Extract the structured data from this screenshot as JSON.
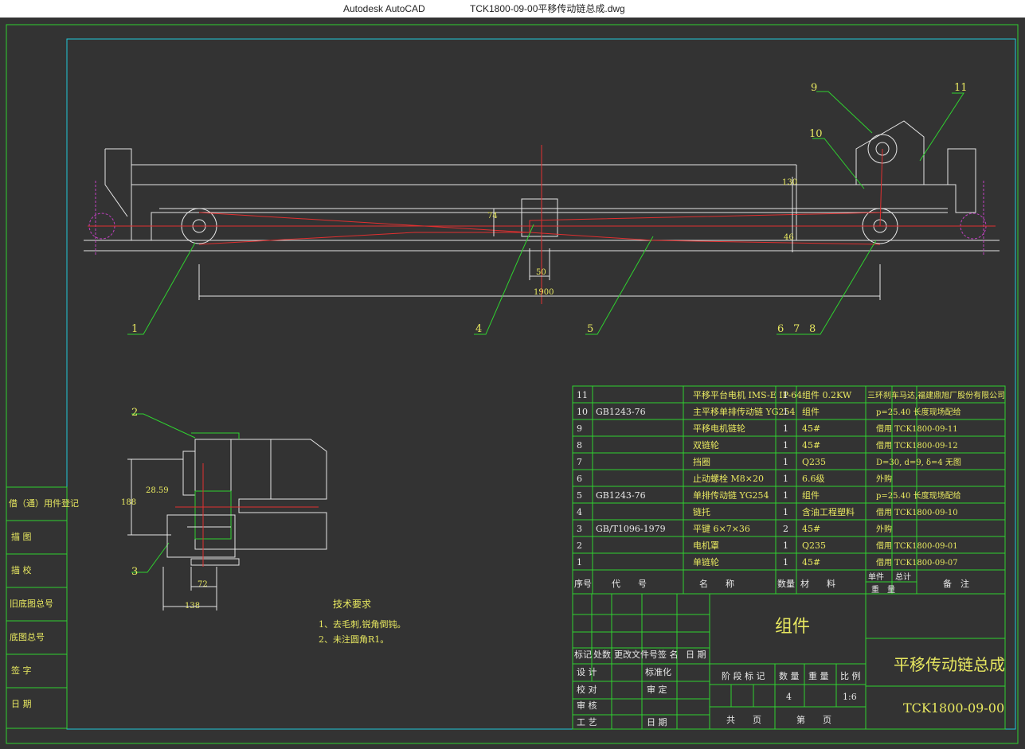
{
  "window": {
    "app": "Autodesk AutoCAD",
    "file": "TCK1800-09-00平移传动链总成.dwg"
  },
  "drawing": {
    "callouts": [
      "1",
      "2",
      "3",
      "4",
      "5",
      "6",
      "7",
      "8",
      "9",
      "10",
      "11"
    ],
    "dims": {
      "d1900": "1900",
      "d50": "50",
      "d74": "74",
      "d130": "130",
      "d46": "46",
      "d188": "188",
      "d2859": "28.59",
      "d72": "72",
      "d138": "138"
    },
    "tech_title": "技术要求",
    "tech_notes": [
      "1、去毛刺,锐角倒钝。",
      "2、未注圆角R1。"
    ]
  },
  "side_table": [
    "借（通）用件登记",
    "描 图",
    "描 校",
    "旧底图总号",
    "底图总号",
    "签 字",
    "日 期"
  ],
  "bom": {
    "header": {
      "seq": "序号",
      "code": "代　　号",
      "name": "名　　称",
      "qty": "数量",
      "material": "材　　料",
      "unit": "单件",
      "total": "总计",
      "weight": "重　量",
      "remark": "备　注"
    },
    "rows": [
      {
        "seq": "11",
        "code": "",
        "name": "平移平台电机 IMS-E IP-64",
        "qty": "1",
        "material": "组件 0.2KW",
        "remark": "三环刹车马达,福建鼎旭厂股份有限公司"
      },
      {
        "seq": "10",
        "code": "GB1243-76",
        "name": "主平移单排传动链 YG254",
        "qty": "1",
        "material": "组件",
        "remark": "p=25.40 长度现场配给"
      },
      {
        "seq": "9",
        "code": "",
        "name": "平移电机链轮",
        "qty": "1",
        "material": "45#",
        "remark": "借用 TCK1800-09-11"
      },
      {
        "seq": "8",
        "code": "",
        "name": "双链轮",
        "qty": "1",
        "material": "45#",
        "remark": "借用 TCK1800-09-12"
      },
      {
        "seq": "7",
        "code": "",
        "name": "挡圈",
        "qty": "1",
        "material": "Q235",
        "remark": "D=30, d=9, δ=4 无图"
      },
      {
        "seq": "6",
        "code": "",
        "name": "止动螺栓 M8×20",
        "qty": "1",
        "material": "6.6级",
        "remark": "外购"
      },
      {
        "seq": "5",
        "code": "GB1243-76",
        "name": "单排传动链 YG254",
        "qty": "1",
        "material": "组件",
        "remark": "p=25.40 长度现场配给"
      },
      {
        "seq": "4",
        "code": "",
        "name": "链托",
        "qty": "1",
        "material": "含油工程塑料",
        "remark": "借用 TCK1800-09-10"
      },
      {
        "seq": "3",
        "code": "GB/T1096-1979",
        "name": "平键 6×7×36",
        "qty": "2",
        "material": "45#",
        "remark": "外购"
      },
      {
        "seq": "2",
        "code": "",
        "name": "电机罩",
        "qty": "1",
        "material": "Q235",
        "remark": "借用 TCK1800-09-01"
      },
      {
        "seq": "1",
        "code": "",
        "name": "单链轮",
        "qty": "1",
        "material": "45#",
        "remark": "借用 TCK1800-09-07"
      }
    ]
  },
  "title_block": {
    "assembly": "组件",
    "title": "平移传动链总成",
    "drawing_no": "TCK1800-09-00",
    "rev_labels": [
      "标记",
      "处数",
      "更改文件号",
      "签 名",
      "日 期"
    ],
    "left_labels": [
      "设 计",
      "校 对",
      "审 核",
      "工 艺"
    ],
    "mid_labels": [
      "标准化",
      "审 定",
      "日 期"
    ],
    "stage": "阶 段 标 记",
    "qty_label": "数 量",
    "weight_label": "重 量",
    "scale_label": "比 例",
    "qty": "4",
    "scale": "1:6",
    "total_sheets": "共　　页",
    "sheet": "第　　页"
  }
}
